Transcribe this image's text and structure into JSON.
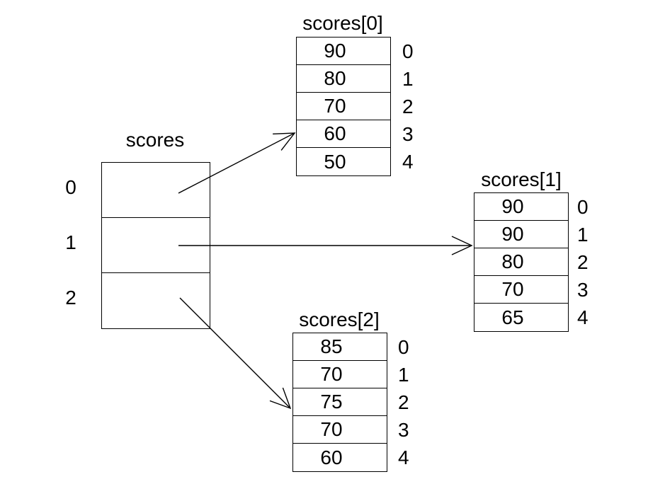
{
  "colors": {
    "background": "#ffffff",
    "line": "#000000",
    "text": "#000000"
  },
  "main_array": {
    "title": "scores",
    "indices": [
      "0",
      "1",
      "2"
    ]
  },
  "sub_arrays": [
    {
      "title": "scores[0]",
      "values": [
        "90",
        "80",
        "70",
        "60",
        "50"
      ],
      "indices": [
        "0",
        "1",
        "2",
        "3",
        "4"
      ]
    },
    {
      "title": "scores[1]",
      "values": [
        "90",
        "90",
        "80",
        "70",
        "65"
      ],
      "indices": [
        "0",
        "1",
        "2",
        "3",
        "4"
      ]
    },
    {
      "title": "scores[2]",
      "values": [
        "85",
        "70",
        "75",
        "70",
        "60"
      ],
      "indices": [
        "0",
        "1",
        "2",
        "3",
        "4"
      ]
    }
  ]
}
